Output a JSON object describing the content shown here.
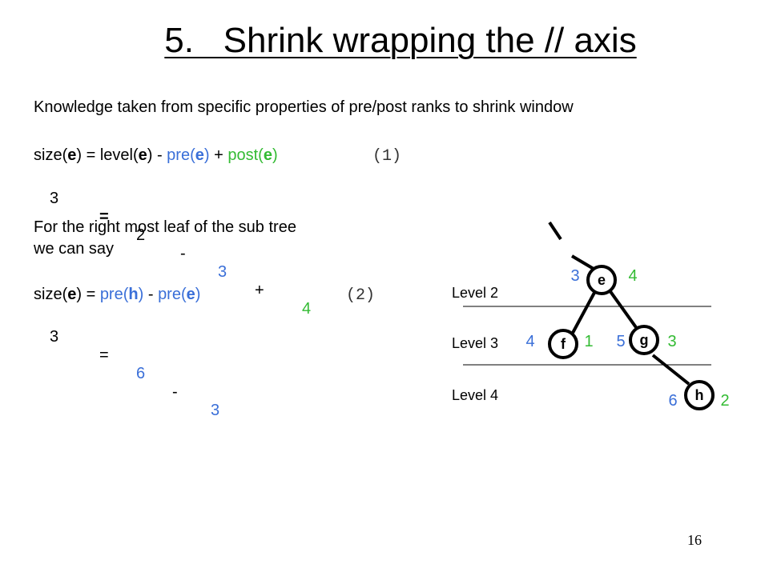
{
  "title": "5.   Shrink wrapping the // axis",
  "intro": "Knowledge taken from specific properties of pre/post ranks to shrink window",
  "eq1": {
    "lhs_pre": "size(",
    "e": "e",
    "lhs_post": ") = level(",
    "e2": "e",
    "close_minus": ") - ",
    "pre_open": "pre(",
    "e3": "e",
    "pre_close": ")",
    "plus": " + ",
    "post_open": "post(",
    "e4": "e",
    "post_close": ")",
    "tag": "(1)"
  },
  "eq1_values": {
    "v1": "3",
    "eq": "=",
    "v2": "2",
    "minus": "-",
    "v3": "3",
    "plus": "+",
    "v4": "4"
  },
  "note_line1": "For the right most leaf of the sub tree",
  "note_line2": "we can say",
  "eq2": {
    "lhs_pre": "size(",
    "e": "e",
    "lhs_post": ") = ",
    "pre_h_open": "pre(",
    "h": "h",
    "pre_h_close": ")",
    "minus": " - ",
    "pre_e_open": "pre(",
    "e2": "e",
    "pre_e_close": ")",
    "tag": "(2)"
  },
  "eq2_values": {
    "v1": "3",
    "eq": "=",
    "v2": "6",
    "minus": "-",
    "v3": "3"
  },
  "diagram": {
    "levels": [
      "Level 2",
      "Level 3",
      "Level 4"
    ],
    "nodes": {
      "e": {
        "label": "e",
        "pre": "3",
        "post": "4"
      },
      "f": {
        "label": "f",
        "pre": "4",
        "post": "1"
      },
      "g": {
        "label": "g",
        "pre": "5",
        "post": "3"
      },
      "h": {
        "label": "h",
        "pre": "6",
        "post": "2"
      }
    },
    "colors": {
      "pre": "#3a6fd8",
      "post": "#33bb33"
    }
  },
  "page_number": "16"
}
